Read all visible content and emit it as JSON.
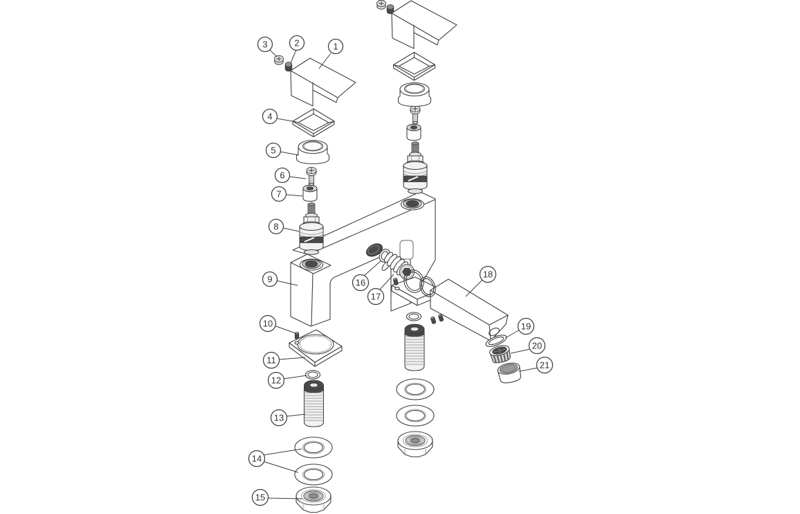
{
  "figure": {
    "type": "exploded-parts-diagram",
    "background_color": "#ffffff",
    "line_color": "#3f3f3f",
    "callout_count": 21
  },
  "callouts": [
    {
      "label": "1",
      "part_hint": "handle"
    },
    {
      "label": "2",
      "part_hint": "handle-ferrule"
    },
    {
      "label": "3",
      "part_hint": "handle-screw"
    },
    {
      "label": "4",
      "part_hint": "square-shroud"
    },
    {
      "label": "5",
      "part_hint": "collar"
    },
    {
      "label": "6",
      "part_hint": "fixing-screw"
    },
    {
      "label": "7",
      "part_hint": "bush"
    },
    {
      "label": "8",
      "part_hint": "valve-cartridge"
    },
    {
      "label": "9",
      "part_hint": "mixer-body"
    },
    {
      "label": "10",
      "part_hint": "grub-screw"
    },
    {
      "label": "11",
      "part_hint": "base-plate"
    },
    {
      "label": "12",
      "part_hint": "o-ring"
    },
    {
      "label": "13",
      "part_hint": "threaded-shank"
    },
    {
      "label": "14",
      "part_hint": "washers"
    },
    {
      "label": "15",
      "part_hint": "backnut"
    },
    {
      "label": "16",
      "part_hint": "o-ring"
    },
    {
      "label": "17",
      "part_hint": "threaded-adapter"
    },
    {
      "label": "18",
      "part_hint": "spout"
    },
    {
      "label": "19",
      "part_hint": "washer"
    },
    {
      "label": "20",
      "part_hint": "flow-straightener"
    },
    {
      "label": "21",
      "part_hint": "aerator"
    }
  ]
}
